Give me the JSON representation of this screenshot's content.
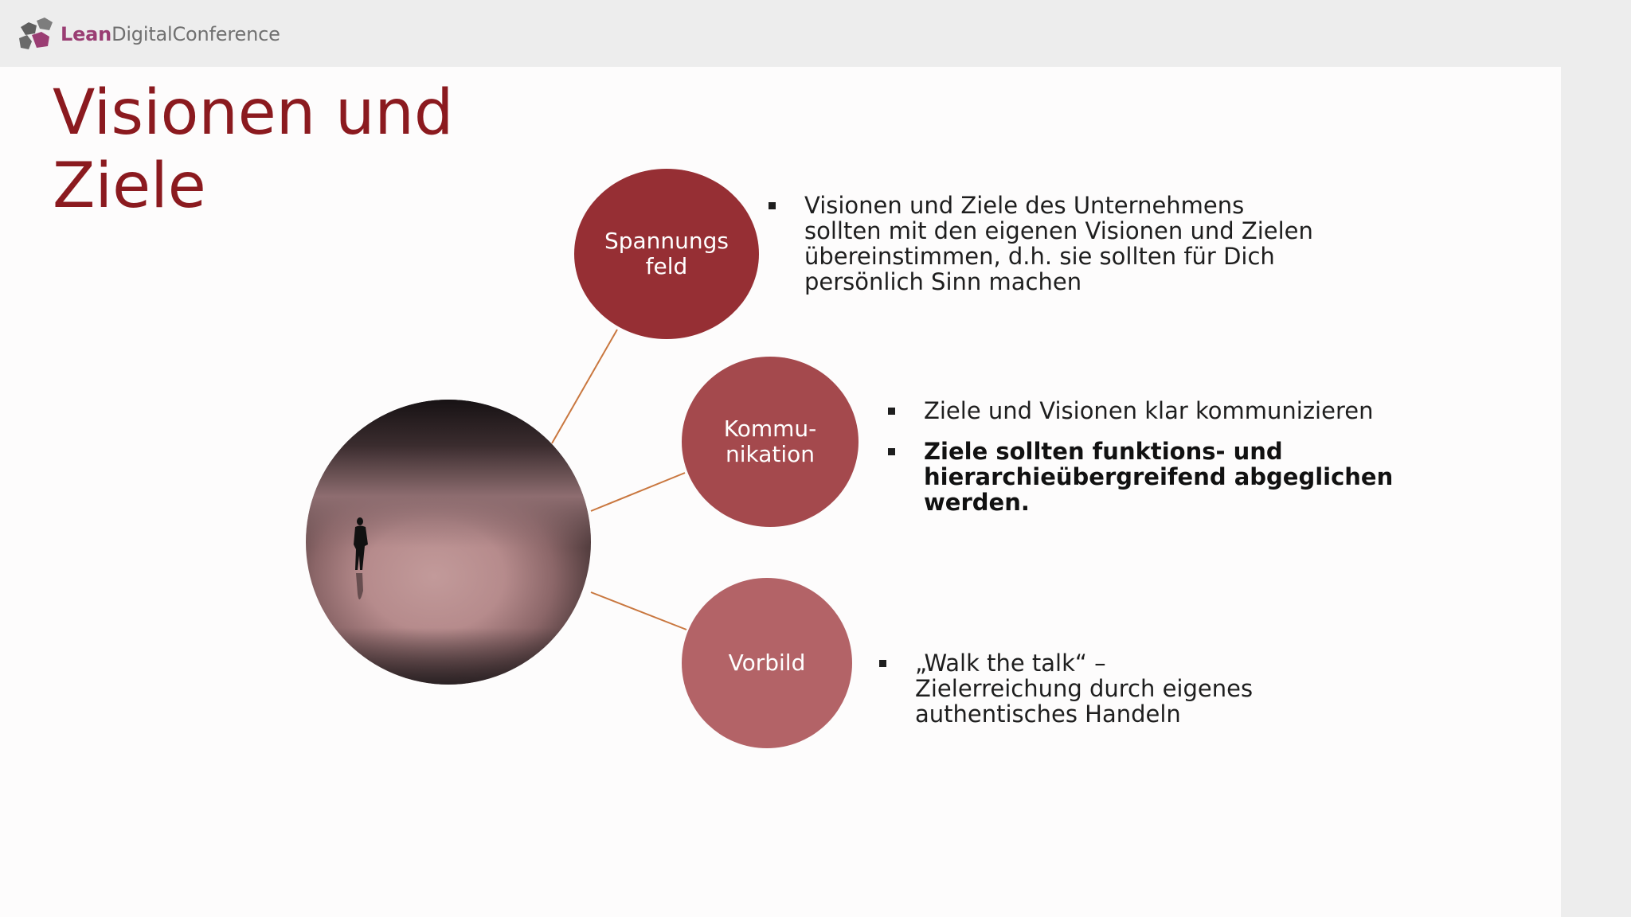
{
  "header": {
    "logo_part1": "Lean",
    "logo_part2": "DigitalConference"
  },
  "slide": {
    "title": "Visionen und Ziele",
    "nodes": [
      {
        "label": "Spannungs feld",
        "color": "#962f34"
      },
      {
        "label": "Kommu- nikation",
        "color": "#a4494d"
      },
      {
        "label": "Vorbild",
        "color": "#b36367"
      }
    ],
    "bullets": {
      "spannungsfeld": "Visionen und Ziele des Unternehmens sollten mit den eigenen Visionen und Zielen übereinstimmen, d.h. sie sollten für Dich persönlich Sinn machen",
      "kommunikation_1": "Ziele und Visionen klar kommunizieren",
      "kommunikation_2": "Ziele sollten funktions- und hierarchieübergreifend abgeglichen werden.",
      "vorbild": "„Walk the talk“ – Zielerreichung durch eigenes authentisches Handeln"
    },
    "colors": {
      "title": "#8b1a1f",
      "connector": "#c9773f",
      "logo_accent": "#9a3d73"
    }
  }
}
